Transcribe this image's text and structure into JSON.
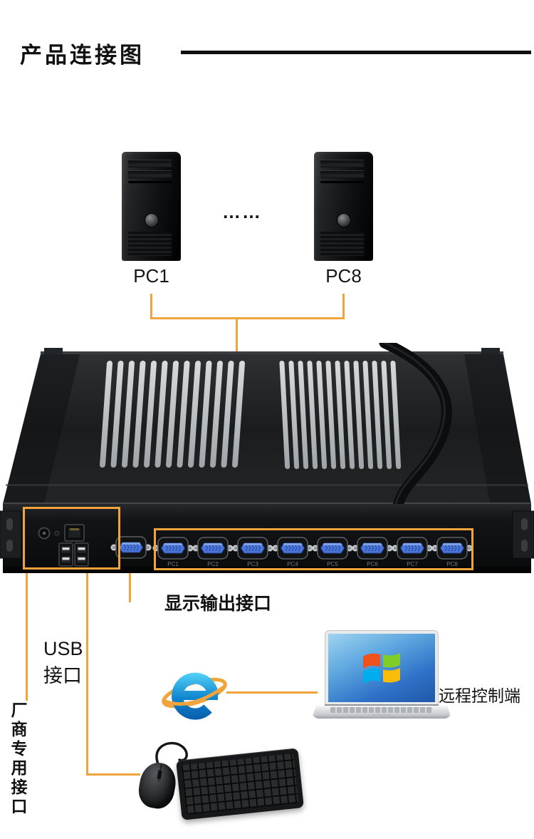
{
  "page": {
    "title": "产品连接图"
  },
  "pcs": {
    "left_label": "PC1",
    "right_label": "PC8",
    "ellipsis": "……"
  },
  "device": {
    "vga_port_labels": [
      "PC1",
      "PC2",
      "PC3",
      "PC4",
      "PC5",
      "PC6",
      "PC7",
      "PC8"
    ]
  },
  "callouts": {
    "display_output": "显示输出接口",
    "usb_line1": "USB",
    "usb_line2": "接口",
    "vendor_port": "厂商专用接口",
    "remote_terminal": "远程控制端"
  },
  "colors": {
    "accent_orange": "#F1A33C",
    "vga_blue": "#4A77DD",
    "ie_blue": "#0E86CF",
    "ie_ring_gold": "#EFA53B",
    "win_red": "#F1511B",
    "win_green": "#80CC28",
    "win_blue": "#00ADEF",
    "win_yellow": "#FBBC09"
  }
}
